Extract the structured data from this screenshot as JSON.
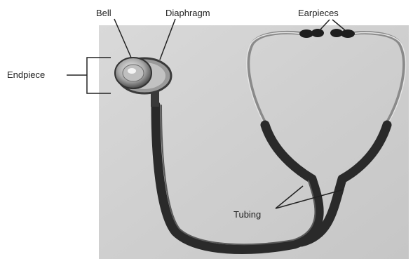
{
  "labels": {
    "bell": "Bell",
    "diaphragm": "Diaphragm",
    "earpieces": "Earpieces",
    "endpiece": "Endpiece",
    "tubing": "Tubing"
  }
}
